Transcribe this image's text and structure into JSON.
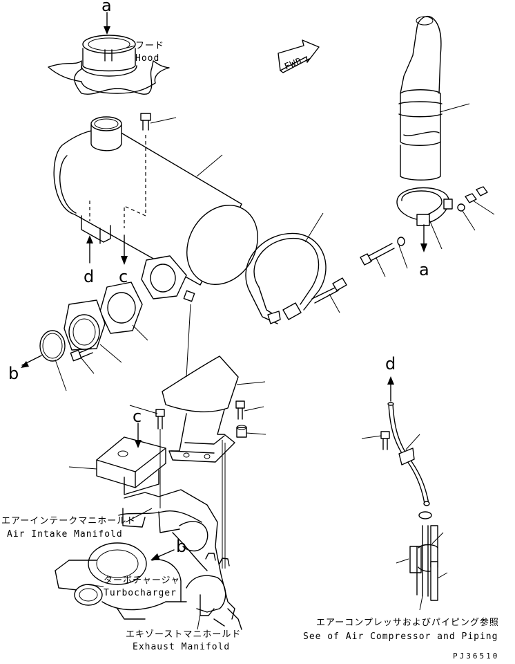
{
  "labels": {
    "hood_jp": "フード",
    "hood_en": "Hood",
    "fwd": "FWD",
    "intake_jp": "エアーインテークマニホールド",
    "intake_en": "Air Intake Manifold",
    "turbo_jp": "ターボチャージャ",
    "turbo_en": "Turbocharger",
    "exhaust_jp": "エキゾーストマニホールド",
    "exhaust_en": "Exhaust Manifold",
    "compressor_jp": "エアーコンプレッサおよびパイピング参照",
    "compressor_en": "See of Air Compressor and Piping",
    "drawing_code": "PJ36510"
  },
  "refs": {
    "a_top": "a",
    "a_clamp": "a",
    "b": "b",
    "b_turbo": "b",
    "c_muffler": "c",
    "c_bracket": "c",
    "d_muffler": "d",
    "d_pipe": "d"
  }
}
